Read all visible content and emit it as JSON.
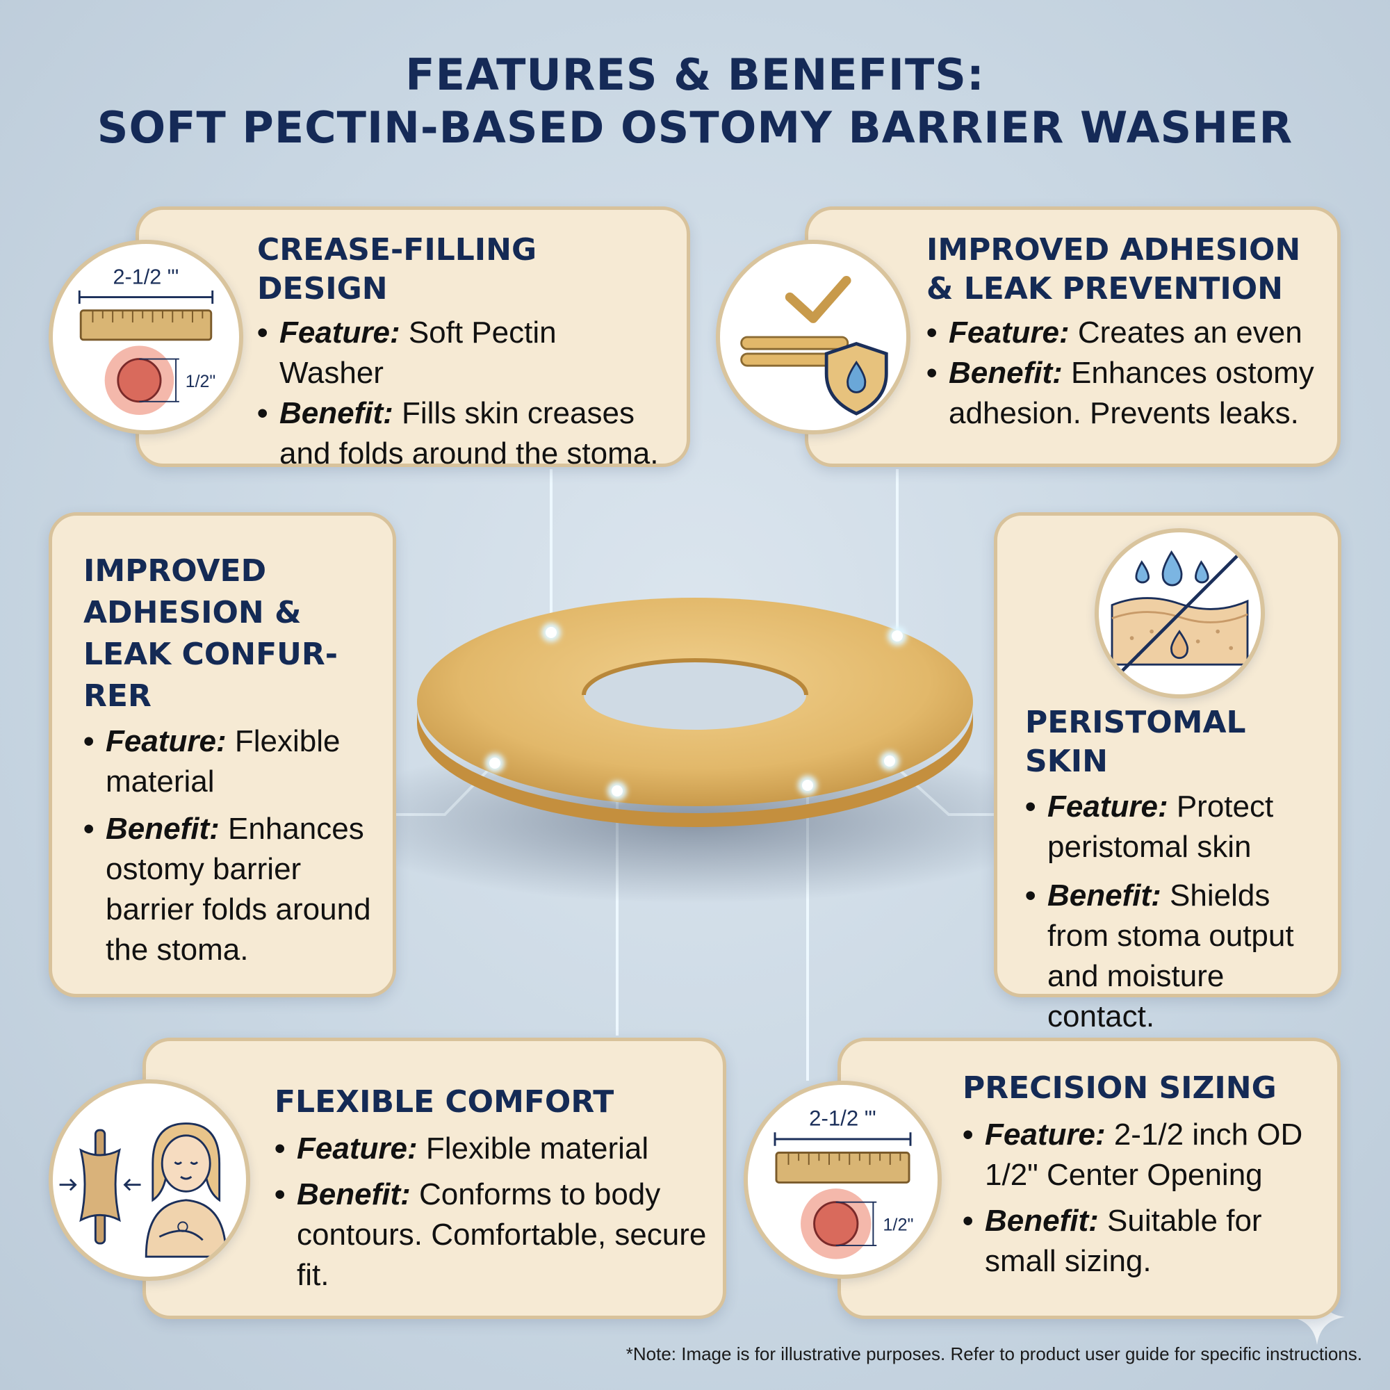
{
  "title": {
    "line1": "FEATURES & BENEFITS:",
    "line2": "SOFT PECTIN-BASED OSTOMY BARRIER WASHER"
  },
  "cards": {
    "crease": {
      "heading1": "CREASE-FILLING",
      "heading2": "DESIGN",
      "feature_label": "Feature:",
      "feature_text": " Soft Pectin Washer",
      "benefit_label": "Benefit:",
      "benefit_text": " Fills skin creases and folds around the stoma.",
      "icon": {
        "dimension": "2-1/2 \"'",
        "opening": "1/2\""
      }
    },
    "adhesion_top": {
      "heading1": "IMPROVED ADHESION",
      "heading2": "& LEAK PREVENTION",
      "feature_label": "Feature:",
      "feature_text": " Creates an even",
      "benefit_label": "Benefit:",
      "benefit_text": " Enhances ostomy adhesion. Prevents leaks."
    },
    "adhesion_left": {
      "heading1": "IMPROVED",
      "heading2": "ADHESION &",
      "heading3": "LEAK CONFUR-",
      "heading4": "RER",
      "feature_label": "Feature:",
      "feature_text": " Flexible material",
      "benefit_label": "Benefit:",
      "benefit_text": " Enhances ostomy barrier barrier folds around the stoma."
    },
    "peristomal": {
      "heading": "PERISTOMAL SKIN",
      "feature_label": "Feature:",
      "feature_text": " Protect peristomal skin",
      "benefit_label": "Benefit:",
      "benefit_text": " Shields from stoma output and moisture contact."
    },
    "flexible": {
      "heading": "FLEXIBLE COMFORT",
      "feature_label": "Feature:",
      "feature_text": " Flexible material",
      "benefit_label": "Benefit:",
      "benefit_text": " Conforms to body contours. Comfortable, secure fit."
    },
    "precision": {
      "heading": "PRECISION SIZING",
      "feature_label": "Feature:",
      "feature_text": " 2-1/2 inch OD 1/2\" Center Opening",
      "benefit_label": "Benefit:",
      "benefit_text": " Suitable for small sizing.",
      "icon": {
        "dimension": "2-1/2 \"'",
        "opening": "1/2\""
      }
    }
  },
  "note": "*Note: Image is for illustrative purposes. Refer to product user guide for specific instructions.",
  "colors": {
    "title": "#152a57",
    "card_bg": "#f6ead4",
    "card_border": "#d8c29b",
    "washer": "#e2b86a",
    "connector": "#eaf8ff"
  },
  "icons": [
    "ruler-icon",
    "checkmark-icon",
    "shield-drop-icon",
    "skin-no-moisture-icon",
    "person-comfort-icon"
  ]
}
